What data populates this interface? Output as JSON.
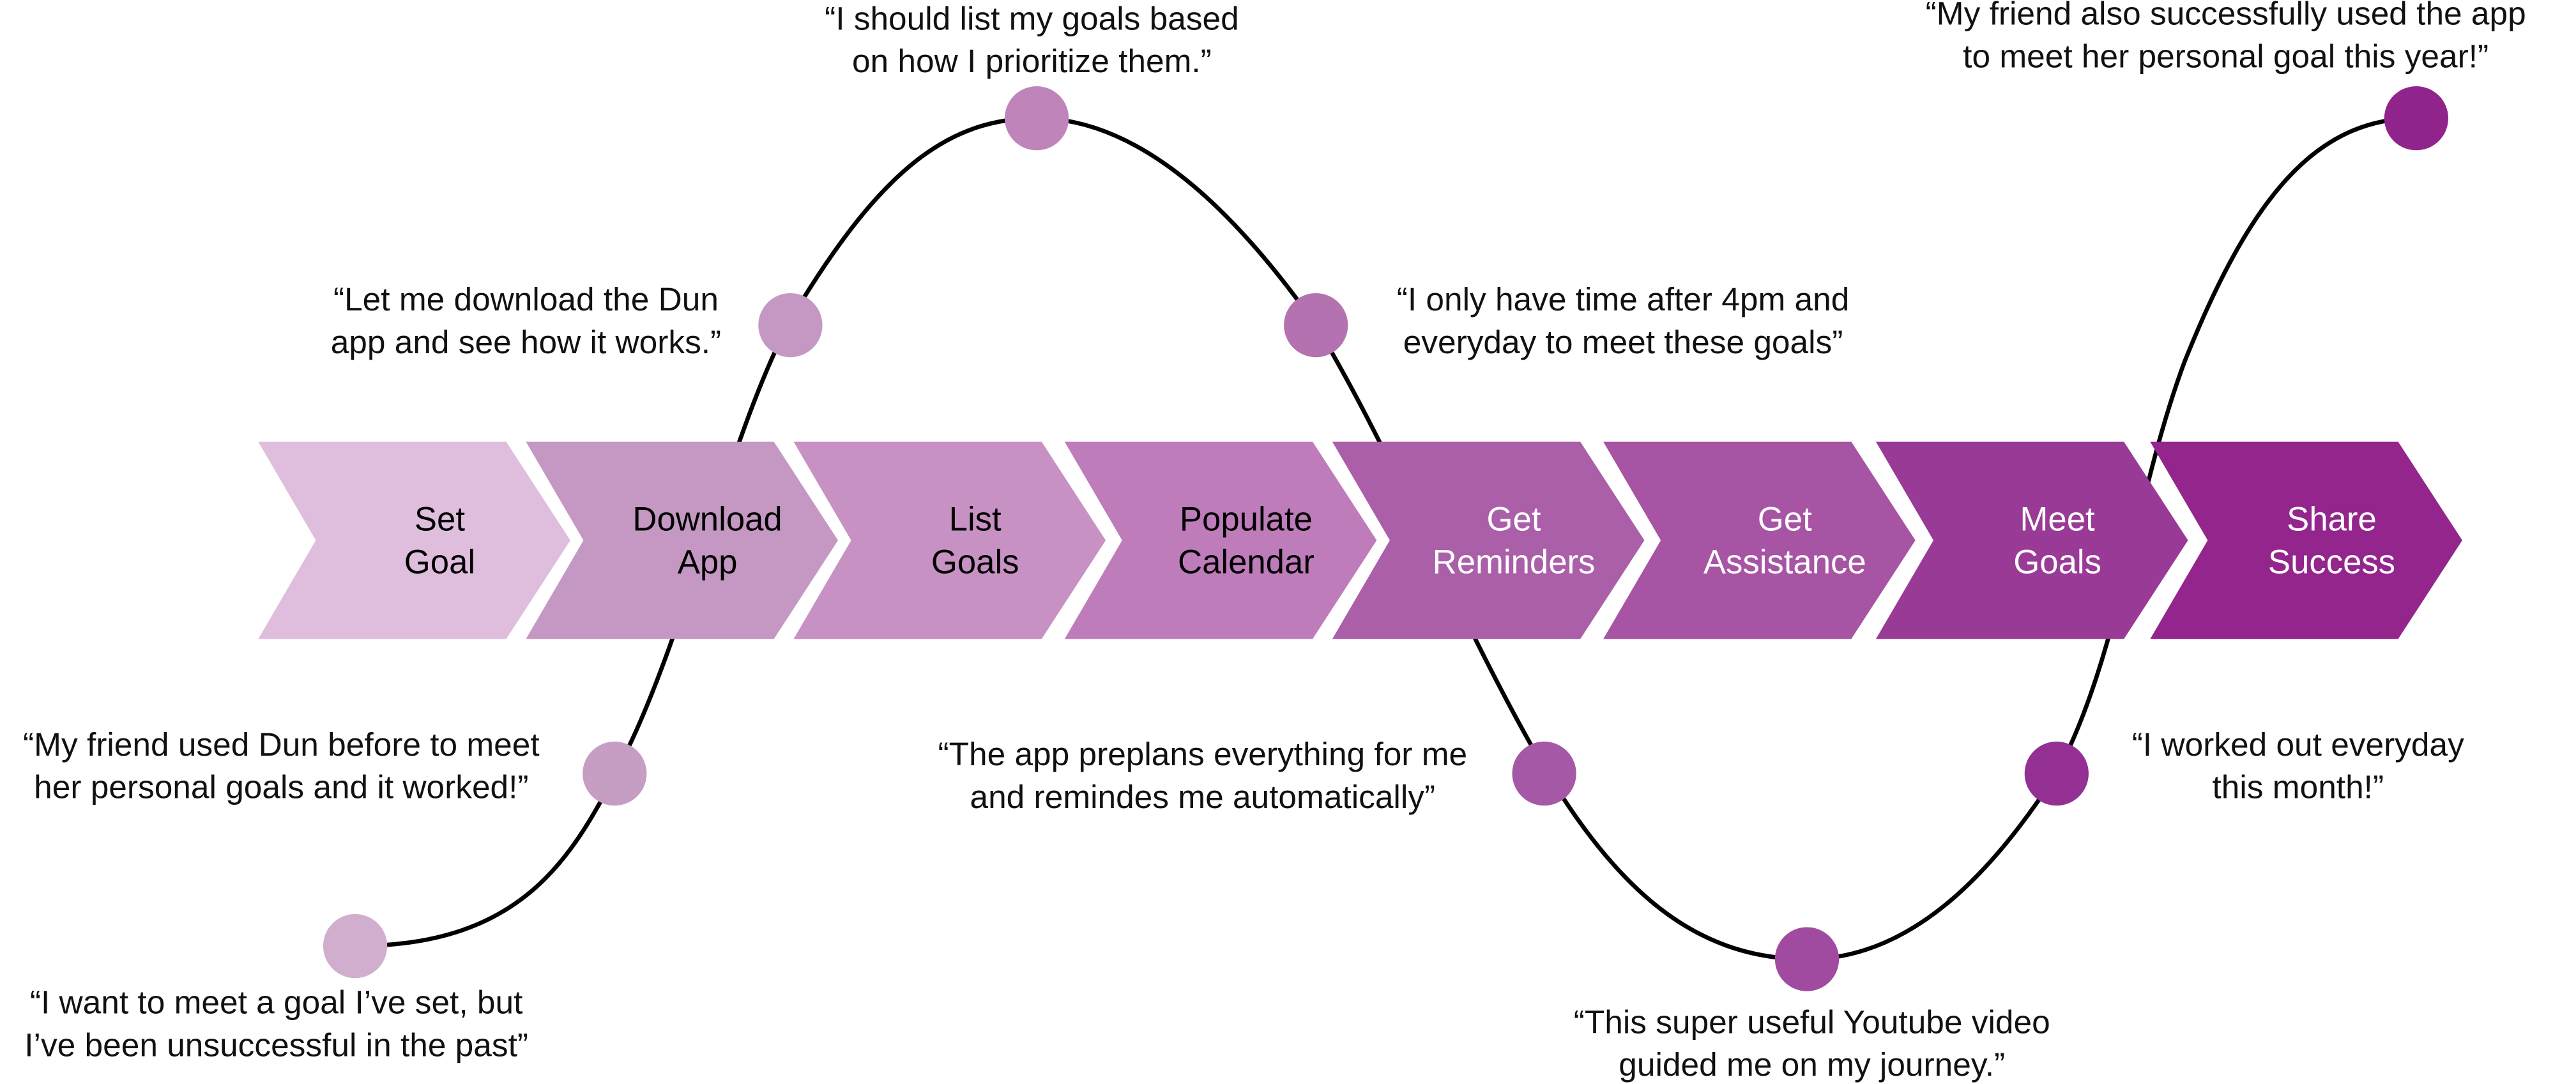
{
  "steps": [
    {
      "line1": "Set",
      "line2": "Goal",
      "color": "#dfbedd",
      "text_color": "#000000"
    },
    {
      "line1": "Download",
      "line2": "App",
      "color": "#c498c2",
      "text_color": "#000000"
    },
    {
      "line1": "List",
      "line2": "Goals",
      "color": "#c891c4",
      "text_color": "#000000"
    },
    {
      "line1": "Populate",
      "line2": "Calendar",
      "color": "#be7dba",
      "text_color": "#000000"
    },
    {
      "line1": "Get",
      "line2": "Reminders",
      "color": "#ab5fa8",
      "text_color": "#ffffff"
    },
    {
      "line1": "Get",
      "line2": "Assistance",
      "color": "#a754a4",
      "text_color": "#ffffff"
    },
    {
      "line1": "Meet",
      "line2": "Goals",
      "color": "#9a3a97",
      "text_color": "#ffffff"
    },
    {
      "line1": "Share",
      "line2": "Success",
      "color": "#93258d",
      "text_color": "#ffffff"
    }
  ],
  "quotes": [
    {
      "line1": "“I want to meet a goal I’ve set, but",
      "line2": "I’ve been unsuccessful in the past”",
      "dot_color": "#d1aece"
    },
    {
      "line1": "“My friend used Dun before to meet",
      "line2": "her personal goals and it worked!”",
      "dot_color": "#c69ec4"
    },
    {
      "line1": "“Let me download the Dun",
      "line2": "app and see how it works.”",
      "dot_color": "#c498c2"
    },
    {
      "line1": "“I should list my goals based",
      "line2": "on how I prioritize them.”",
      "dot_color": "#bf85bb"
    },
    {
      "line1": "“I only have time after 4pm and",
      "line2": "everyday to meet these goals”",
      "dot_color": "#b472b0"
    },
    {
      "line1": "“The app preplans everything for me",
      "line2": "and remindes me automatically”",
      "dot_color": "#a458a6"
    },
    {
      "line1": "“This super useful Youtube video",
      "line2": "guided me on my journey.”",
      "dot_color": "#a04ba0"
    },
    {
      "line1": "“I worked out everyday",
      "line2": "this month!”",
      "dot_color": "#942f93"
    },
    {
      "line1": "“My friend also successfully used the app",
      "line2": "to meet her personal goal this year!”",
      "dot_color": "#91248c"
    }
  ],
  "curve_color": "#000000"
}
